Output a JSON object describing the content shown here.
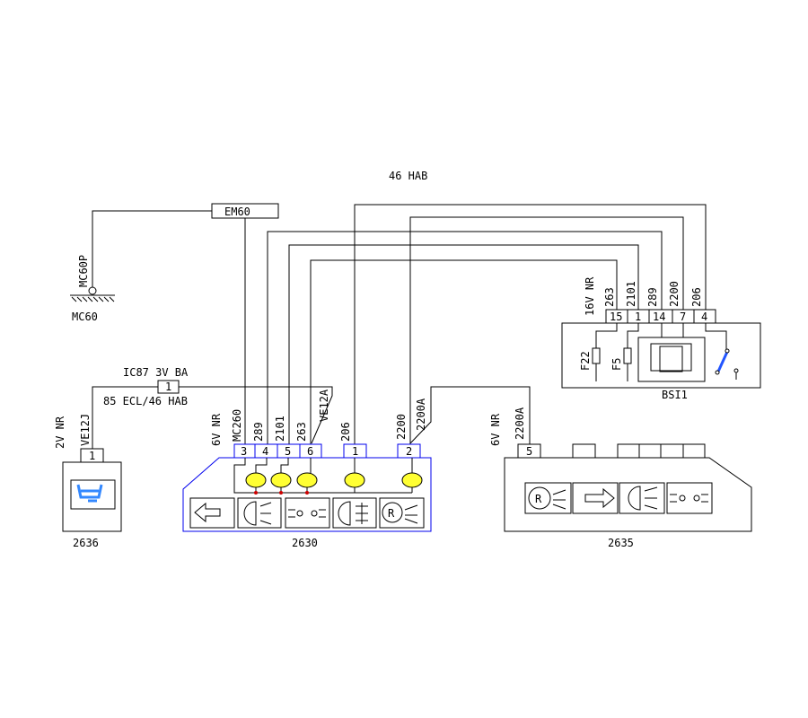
{
  "title_label": "46 HAB",
  "ground": {
    "connector": "EM60",
    "wire": "MC60P",
    "label": "MC60"
  },
  "harness": {
    "top": "IC87 3V BA",
    "bottom": "85 ECL/46 HAB",
    "pin": "1"
  },
  "bsi": {
    "label": "BSI1",
    "connector_label": "16V NR",
    "pins": [
      "15",
      "1",
      "14",
      "7",
      "4"
    ],
    "wires": [
      "263",
      "2101",
      "289",
      "2200",
      "206"
    ],
    "fuses": [
      "F22",
      "F5"
    ]
  },
  "unit_2630": {
    "label": "2630",
    "connector_label": "6V NR",
    "pins": [
      "3",
      "4",
      "5",
      "6",
      "1",
      "2"
    ],
    "wires": [
      "MC260",
      "289",
      "2101",
      "263",
      "VE12A",
      "206",
      "2200",
      "2200A"
    ],
    "icons": [
      "arrow-left-icon",
      "dipped-beam-icon",
      "sidelight-icon",
      "fog-lamp-icon",
      "rear-fog-icon"
    ]
  },
  "unit_2635": {
    "label": "2635",
    "connector_label": "6V NR",
    "pin": "5",
    "wire": "2200A",
    "icons": [
      "rear-fog-icon",
      "arrow-right-icon",
      "dipped-beam-icon",
      "sidelight-icon"
    ]
  },
  "unit_2636": {
    "label": "2636",
    "connector_label": "2V NR",
    "pin": "1",
    "wire": "VE12J",
    "icons": [
      "rheostat-icon"
    ]
  },
  "colors": {
    "wire": "#000000",
    "unit_outline": "#0000ee",
    "lamp": "#ffff33"
  }
}
